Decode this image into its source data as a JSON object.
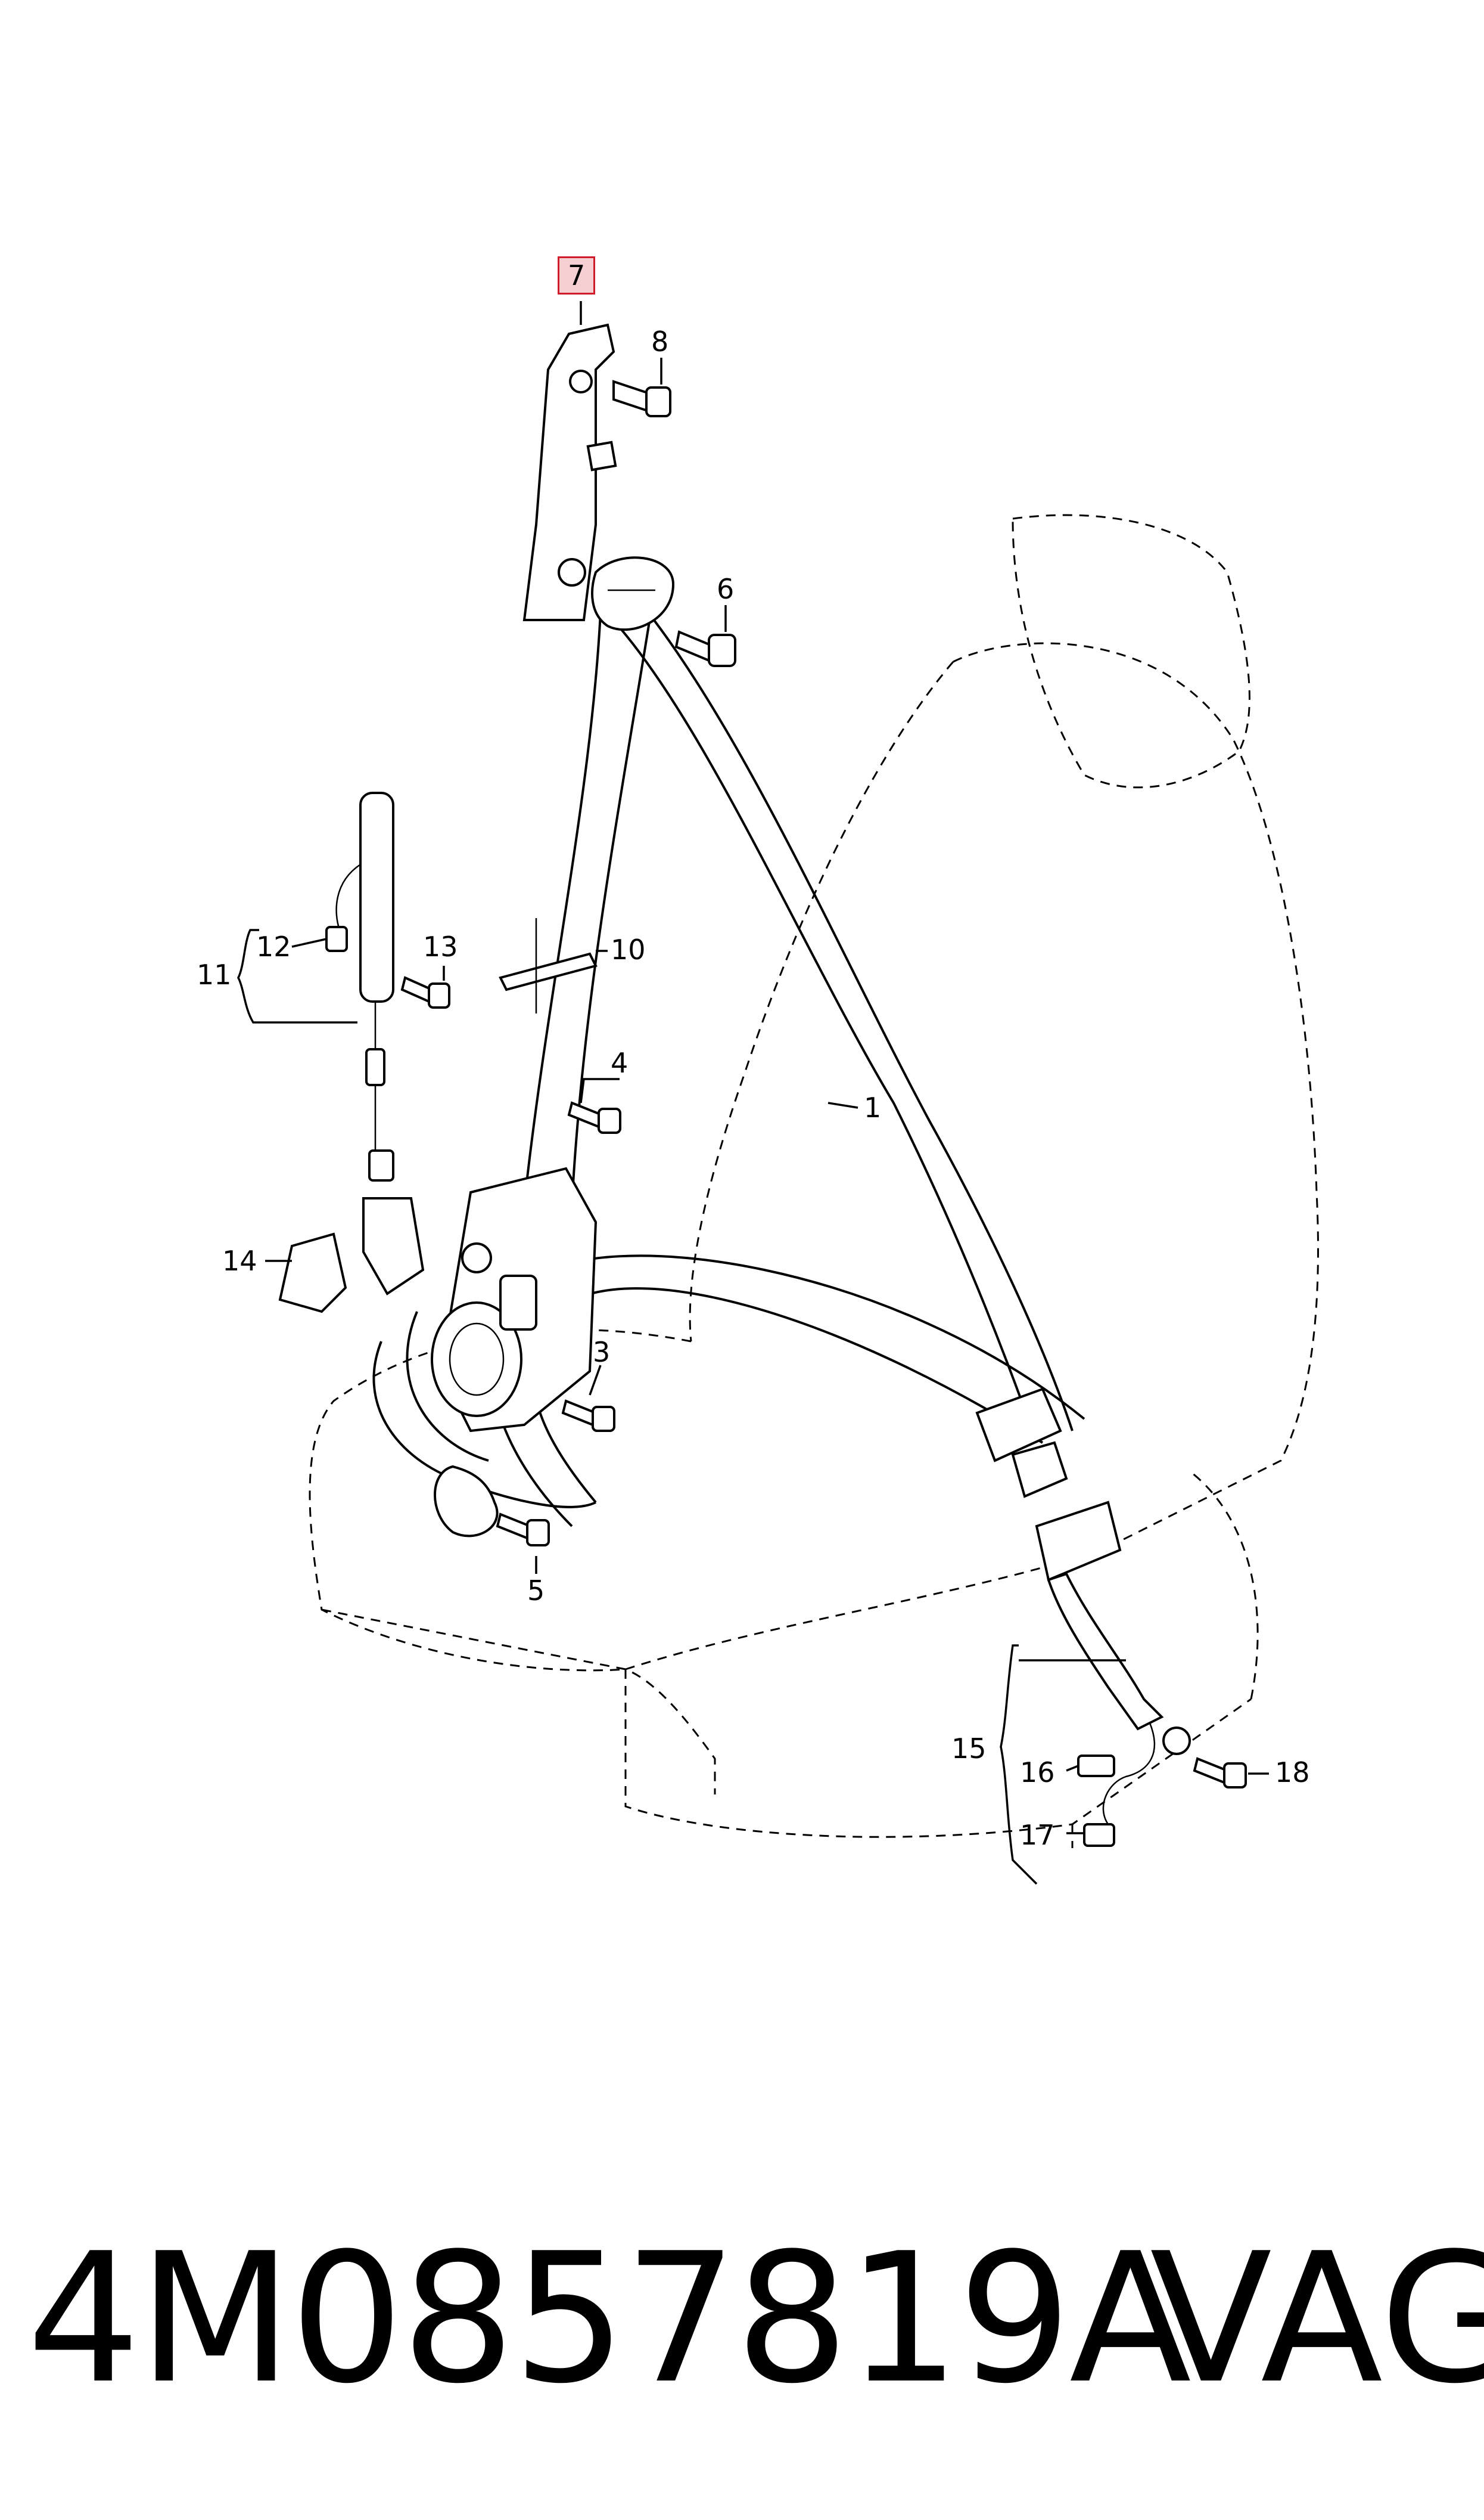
{
  "diagram": {
    "callouts": {
      "c1": "1",
      "c3": "3",
      "c4": "4",
      "c5": "5",
      "c6": "6",
      "c7": "7",
      "c8": "8",
      "c10": "10",
      "c11": "11",
      "c12": "12",
      "c13": "13",
      "c14": "14",
      "c15": "15",
      "c16": "16",
      "c17": "17",
      "c18": "18"
    },
    "highlighted_callout": "7",
    "highlight_color": "#d11a2a"
  },
  "footer": {
    "part_number": "4M0857819A",
    "brand": "VAG"
  }
}
